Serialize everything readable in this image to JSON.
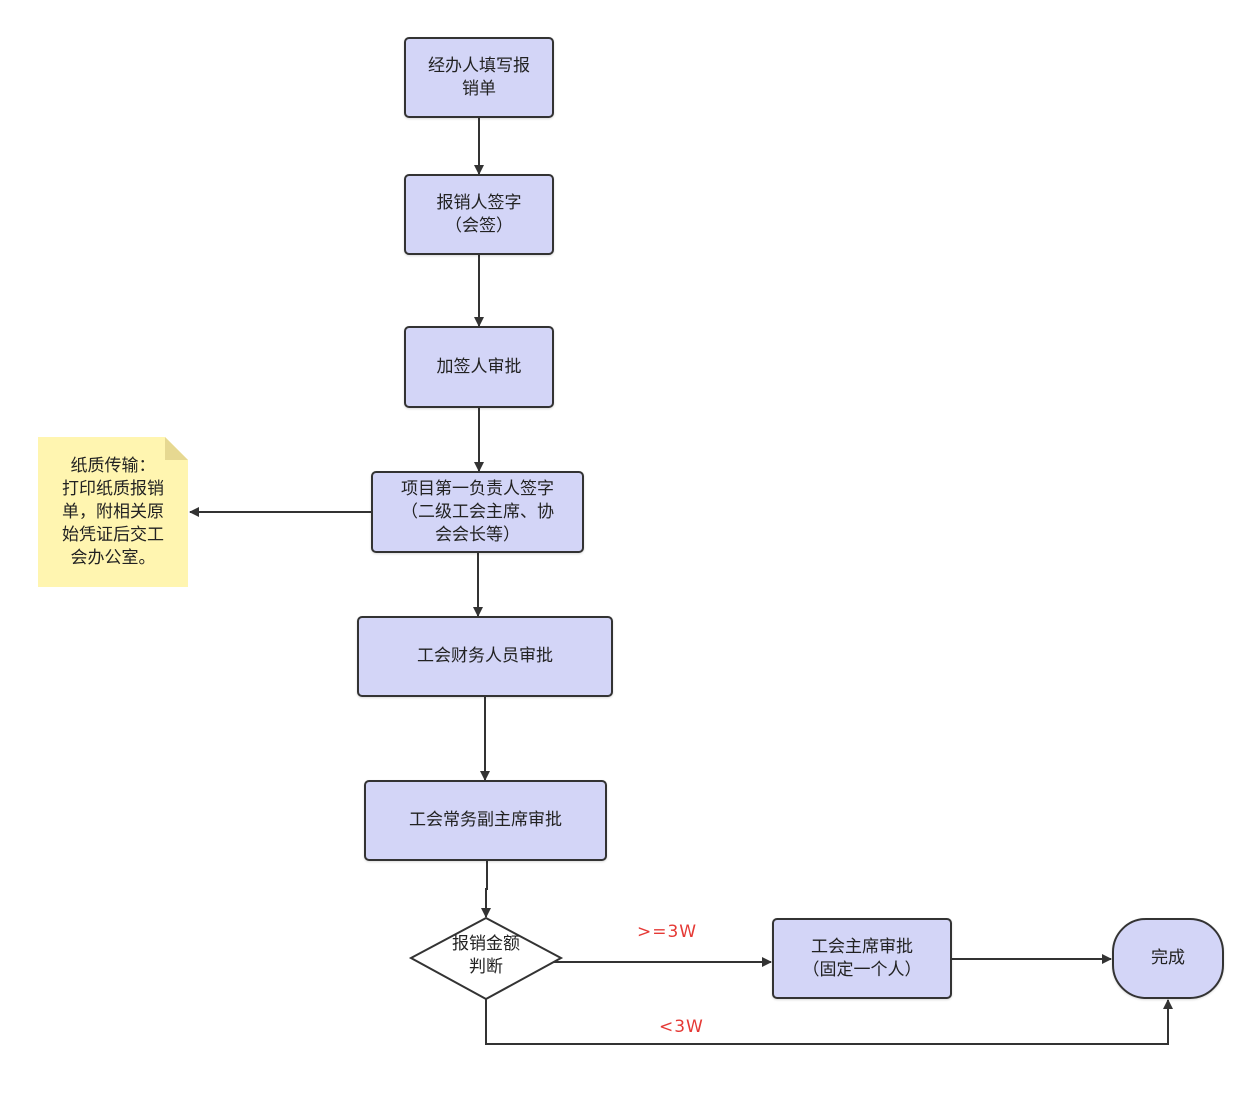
{
  "diagram": {
    "type": "flowchart",
    "nodes": [
      {
        "id": "n1",
        "label": "经办人填写报\n销单",
        "shape": "process"
      },
      {
        "id": "n2",
        "label": "报销人签字\n（会签）",
        "shape": "process"
      },
      {
        "id": "n3",
        "label": "加签人审批",
        "shape": "process"
      },
      {
        "id": "n4",
        "label": "项目第一负责人签字\n（二级工会主席、协\n会会长等）",
        "shape": "process"
      },
      {
        "id": "n5",
        "label": "工会财务人员审批",
        "shape": "process"
      },
      {
        "id": "n6",
        "label": "工会常务副主席审批",
        "shape": "process"
      },
      {
        "id": "d1",
        "label": "报销金额\n判断",
        "shape": "decision"
      },
      {
        "id": "n7",
        "label": "工会主席审批\n（固定一个人）",
        "shape": "process"
      },
      {
        "id": "end",
        "label": "完成",
        "shape": "terminal"
      }
    ],
    "note": {
      "label": "纸质传输：\n打印纸质报销\n单，附相关原\n始凭证后交工\n会办公室。"
    },
    "edges": [
      {
        "from": "n1",
        "to": "n2",
        "label": ""
      },
      {
        "from": "n2",
        "to": "n3",
        "label": ""
      },
      {
        "from": "n3",
        "to": "n4",
        "label": ""
      },
      {
        "from": "n4",
        "to": "note",
        "label": ""
      },
      {
        "from": "n4",
        "to": "n5",
        "label": ""
      },
      {
        "from": "n5",
        "to": "n6",
        "label": ""
      },
      {
        "from": "n6",
        "to": "d1",
        "label": ""
      },
      {
        "from": "d1",
        "to": "n7",
        "label": ">=3W"
      },
      {
        "from": "n7",
        "to": "end",
        "label": ""
      },
      {
        "from": "d1",
        "to": "end",
        "label": "<3W"
      }
    ],
    "colors": {
      "node_fill": "#d3d5f7",
      "node_border": "#333333",
      "note_fill": "#fff5b0",
      "note_fold": "#e6d891",
      "edge": "#333333",
      "edge_label": "#e53935"
    }
  }
}
